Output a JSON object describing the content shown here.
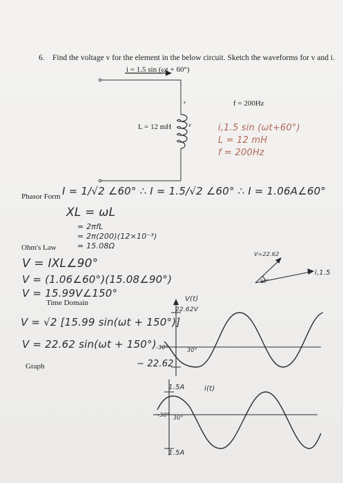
{
  "problem": {
    "number": "6.",
    "statement": "Find the voltage v for the element in the below circuit. Sketch the waveforms for v and i.",
    "current_expr": "i = 1.5 sin (ωt + 60°)"
  },
  "circuit": {
    "frequency": "f = 200Hz",
    "inductance": "L = 12 mH",
    "plus": "+",
    "v_label": "v"
  },
  "red_notes": {
    "line1": "i,1.5 sin (ωt+60°)",
    "line2": "L = 12 mH",
    "line3": "f = 200Hz"
  },
  "labels": {
    "phasor_form": "Phasor Form",
    "ohms_law": "Ohm's Law",
    "time_domain": "Time Domain",
    "graph": "Graph"
  },
  "work": {
    "phasor_line": "I = 1/√2 ∠60°  ∴ I = 1.5/√2 ∠60°  ∴ I = 1.06A∠60°",
    "xl1": "XL = ωL",
    "xl2": "= 2πfL",
    "xl3": "= 2π(200)(12×10⁻³)",
    "xl4": "= 15.08Ω",
    "v1": "V = IXL∠90°",
    "v2": "V = (1.06∠60°)(15.08∠90°)",
    "v3": "V = 15.99V∠150°",
    "td1": "V = √2 [15.99 sin(ωt + 150°)]",
    "td2": "V = 22.62 sin(ωt + 150°)"
  },
  "phasor_diagram": {
    "v_mag": "V=22.62",
    "i_mag": "i,1.5",
    "angle": "90°"
  },
  "graph": {
    "v_axis_label": "V(t)",
    "v_peak_label": "22.62V",
    "v_neg_label": "− 22.62",
    "v_left_tick": "-30°",
    "v_right_tick": "30°",
    "i_axis_label": "i(t)",
    "i_peak_label": "1.5A",
    "i_neg_label": "1.5A",
    "i_left_tick": "-30°",
    "i_right_tick": "30°"
  }
}
